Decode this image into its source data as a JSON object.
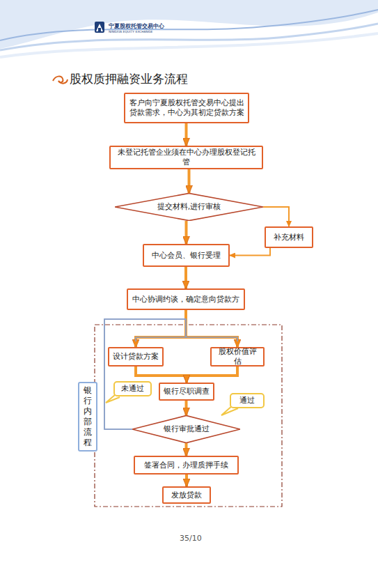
{
  "diagram": {
    "title": "股权质押融资业务流程",
    "nodes": [
      {
        "text": [
          "客户向宁夏股权托管交易中心提出 贷款需求，中心为其初定贷款方案"
        ]
      },
      {
        "text": [
          "未登记托管企业须在中心办理股权登记托管"
        ]
      },
      {
        "text": [
          "提交材料,进行审核"
        ]
      },
      {
        "text": [
          "补充材料"
        ]
      },
      {
        "text": [
          "中心会员、银行受理"
        ]
      },
      {
        "text": [
          "中心协调约谈，确定意向贷款方"
        ]
      },
      {
        "text": [
          "设计贷款方案"
        ]
      },
      {
        "text": [
          "股权价值评估"
        ]
      },
      {
        "text": [
          "银行尽职调查"
        ]
      },
      {
        "text": [
          "银行审批通过"
        ]
      },
      {
        "text": [
          "签署合同，办理质押手续"
        ]
      },
      {
        "text": [
          "发放贷款"
        ]
      },
      {
        "text": [
          "银行内部流程"
        ]
      },
      {
        "text": [
          "未通过"
        ]
      },
      {
        "text": [
          "通过"
        ]
      }
    ],
    "edges": [
      {
        "from": 0,
        "to": 1,
        "arrow": "to"
      },
      {
        "from": 1,
        "to": 2,
        "arrow": "to"
      },
      {
        "from": 2,
        "to": 4,
        "arrow": "to"
      },
      {
        "from": 2,
        "to": 3,
        "arrow": "to"
      },
      {
        "from": 3,
        "to": 4,
        "arrow": "to"
      },
      {
        "from": 4,
        "to": 5,
        "arrow": "to"
      },
      {
        "from": 5,
        "to": 6,
        "arrow": "to"
      },
      {
        "from": 5,
        "to": 7,
        "arrow": "to"
      },
      {
        "from": 6,
        "to": 8,
        "arrow": "to"
      },
      {
        "from": 7,
        "to": 8,
        "arrow": "to"
      },
      {
        "from": 8,
        "to": 9,
        "arrow": "to"
      },
      {
        "from": 9,
        "to": 10,
        "arrow": "to"
      },
      {
        "from": 10,
        "to": 11,
        "arrow": "to"
      },
      {
        "from": 9,
        "to": 6,
        "arrow": "to"
      },
      {
        "from": 9,
        "to": 7,
        "arrow": "to"
      }
    ],
    "labels": [
      "宁夏股权托管交易中心",
      "NINGXIA EQUITY EXCHANGE",
      "35/10"
    ]
  }
}
